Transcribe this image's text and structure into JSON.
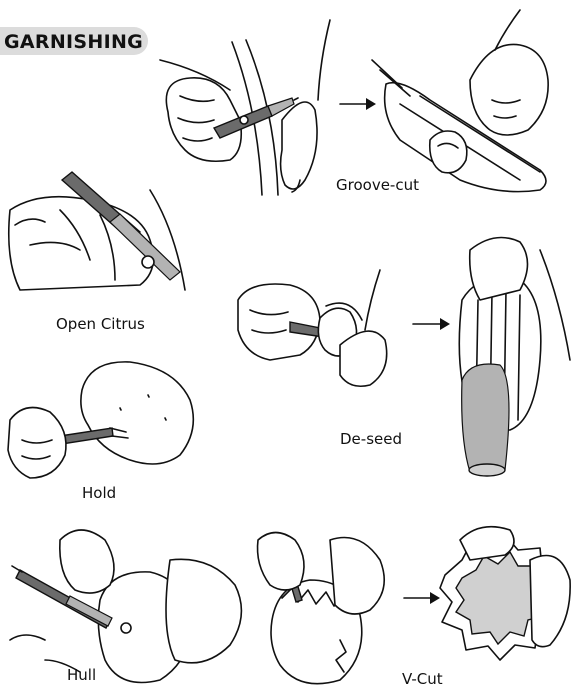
{
  "header": {
    "title": "GARNISHING"
  },
  "captions": {
    "groove_cut": "Groove-cut",
    "open_citrus": "Open Citrus",
    "de_seed": "De-seed",
    "hold": "Hold",
    "hull": "Hull",
    "v_cut": "V-Cut"
  },
  "colors": {
    "badge": "#dcdcdc",
    "ink": "#111111",
    "tool_dark": "#6b6b6b",
    "tool_light": "#b3b3b3",
    "flesh": "#d0d0d0"
  },
  "icons": [
    "arrow-right-icon",
    "arrow-right-icon",
    "arrow-right-icon"
  ]
}
